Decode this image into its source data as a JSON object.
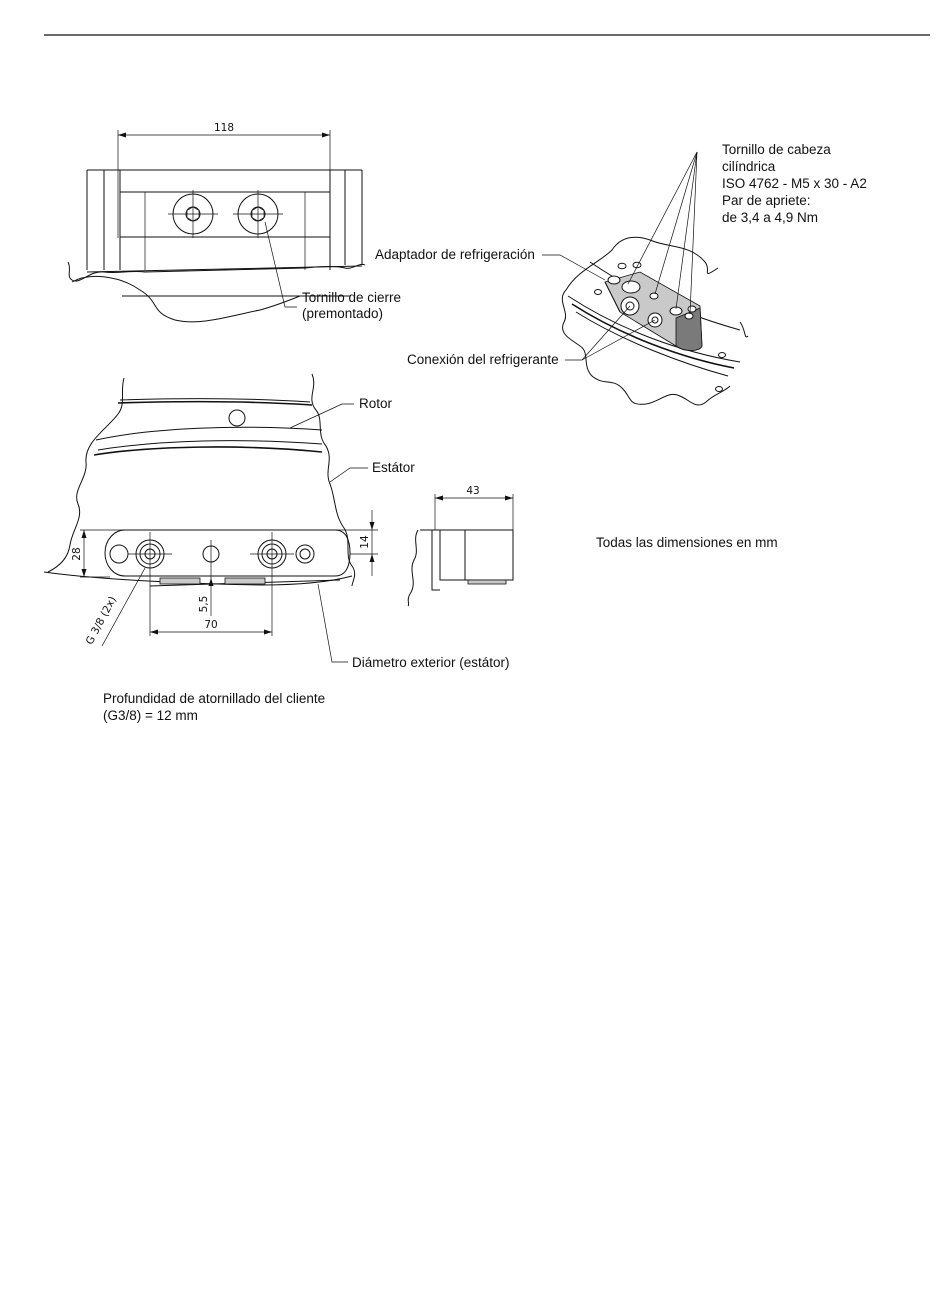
{
  "labels": {
    "dimension_118": "118",
    "tornillo_cierre_line1": "Tornillo de cierre",
    "tornillo_cierre_line2": "(premontado)",
    "tornillo_cabeza": [
      "Tornillo de cabeza",
      "cilíndrica",
      "ISO 4762 - M5 x 30 - A2",
      "Par de apriete:",
      "de 3,4 a 4,9 Nm"
    ],
    "adaptador": "Adaptador de refrigeración",
    "conexion": "Conexión del refrigerante",
    "rotor": "Rotor",
    "estator": "Estátor",
    "dimension_43": "43",
    "dimension_28": "28",
    "dimension_14": "14",
    "dimension_5_5": "5,5",
    "dimension_70": "70",
    "dimension_g38": "G 3/8 (2x)",
    "diametro_exterior": "Diámetro exterior (estátor)",
    "todas_dimensiones": "Todas las dimensiones en mm",
    "profundidad_line1": "Profundidad de atornillado del cliente",
    "profundidad_line2": "(G3/8) = 12 mm"
  }
}
